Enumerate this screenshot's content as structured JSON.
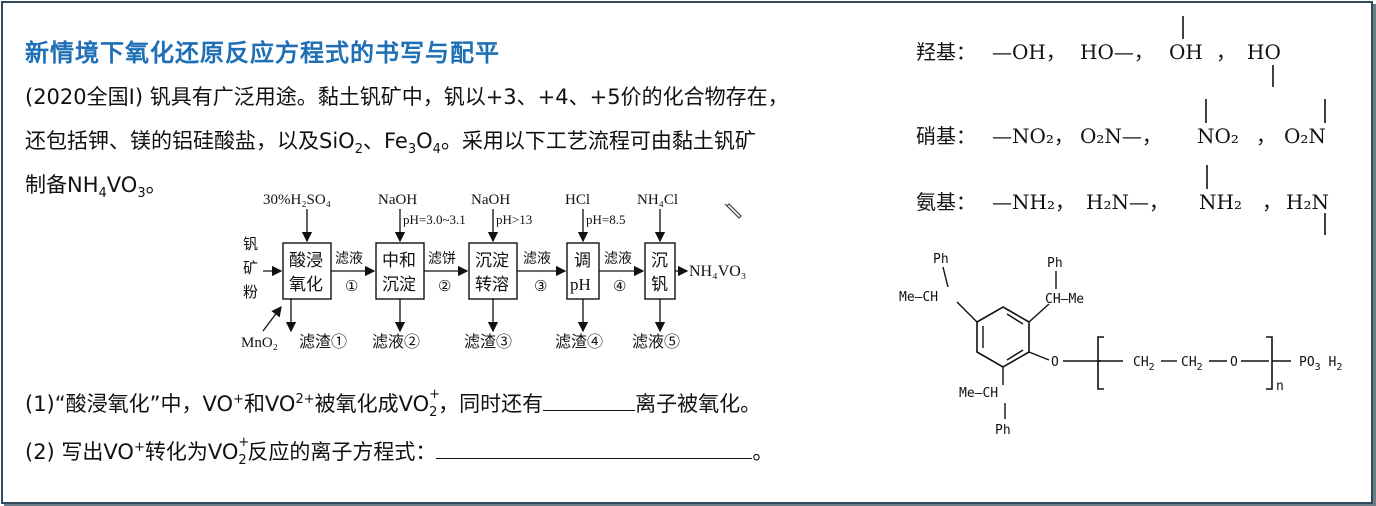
{
  "title": "新情境下氧化还原反应方程式的书写与配平",
  "intro": {
    "line1": "(2020全国Ⅰ) 钒具有广泛用途。黏土钒矿中，钒以+3、+4、+5价的化合物存在，",
    "line2_a": "还包括钾、镁的铝硅酸盐，以及SiO",
    "line2_b": "、Fe",
    "line2_c": "O",
    "line2_d": "。采用以下工艺流程可由黏土钒矿",
    "line3_a": "制备NH",
    "line3_b": "VO",
    "line3_c": "。",
    "sub2": "2",
    "sub3": "3",
    "sub4": "4"
  },
  "flow": {
    "raw_material": [
      "钒",
      "矿",
      "粉"
    ],
    "reagents": [
      "30%H₂SO₄",
      "NaOH",
      "NaOH",
      "HCl",
      "NH₄Cl"
    ],
    "conditions": [
      "pH=3.0~3.1",
      "pH>13",
      "pH=8.5"
    ],
    "steps": [
      [
        "酸浸",
        "氧化"
      ],
      [
        "中和",
        "沉淀"
      ],
      [
        "沉淀",
        "转溶"
      ],
      [
        "调",
        "pH"
      ],
      [
        "沉",
        "钒"
      ]
    ],
    "arrows": [
      "滤液",
      "①",
      "滤饼",
      "②",
      "滤液",
      "③",
      "滤液",
      "④"
    ],
    "product": "NH₄VO₃",
    "bottom_left": "MnO₂",
    "byproducts": [
      "滤渣①",
      "滤液②",
      "滤渣③",
      "滤渣④",
      "滤液⑤"
    ]
  },
  "questions": {
    "q1_a": "(1)“酸浸氧化”中，VO",
    "q1_b": "和VO",
    "q1_c": "被氧化成VO",
    "q1_d": "，同时还有",
    "q1_e": "离子被氧化。",
    "q2_a": "(2) 写出VO",
    "q2_b": "转化为VO",
    "q2_c": "反应的离子方程式：",
    "q2_d": "。",
    "sup_plus": "+",
    "sup_2plus": "2+",
    "sub_2": "2"
  },
  "functional_groups": [
    {
      "label": "羟基：",
      "forms": [
        "—OH，",
        "HO—，",
        "OH",
        "，",
        "HO"
      ]
    },
    {
      "label": "硝基：",
      "forms": [
        "—NO₂，",
        "O₂N—，",
        "NO₂",
        "，",
        "O₂N"
      ]
    },
    {
      "label": "氨基：",
      "forms": [
        "—NH₂，",
        "H₂N—，",
        "NH₂",
        "，",
        "H₂N"
      ]
    }
  ],
  "molecule": {
    "ph": "Ph",
    "mech": "Me—CH",
    "chme": "CH—Me",
    "mech2": "Me—CH",
    "o1": "O",
    "ch2a": "CH",
    "ch2b": "CH",
    "o2": "O",
    "n": "n",
    "po3h2": "PO",
    "sub2": "2",
    "sub3": "3"
  }
}
